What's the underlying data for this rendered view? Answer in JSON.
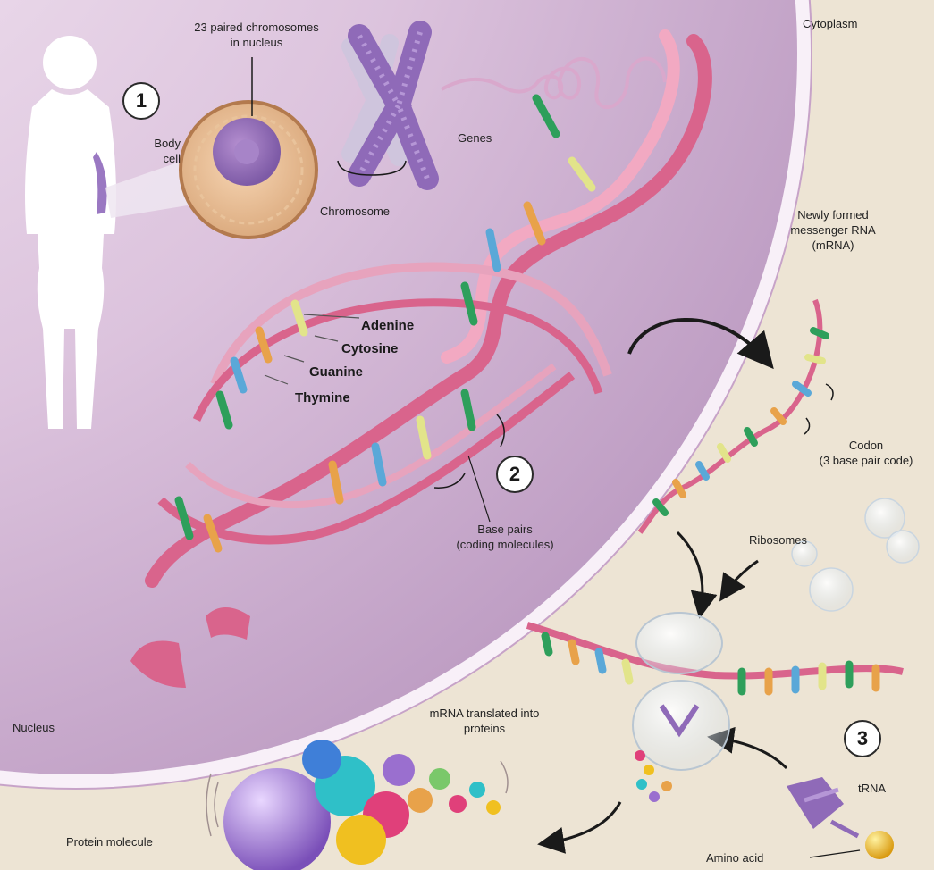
{
  "colors": {
    "nucleus": "#dcc3dd",
    "cytoplasm": "#ede4d4",
    "membrane": "#f8f0f8",
    "dna_strand": "#d9648c",
    "adenine": "#2e9f5b",
    "cytosine": "#e2e48a",
    "guanine": "#e8a24a",
    "thymine": "#5aa8d8",
    "chromosome": "#8f6ab8",
    "protein_purple": "#9a6fcf",
    "protein_teal": "#2fc0c8",
    "amino_acid": "#f0c020"
  },
  "icons": [
    "human-silhouette-icon",
    "body-cell-icon",
    "chromosome-icon",
    "dna-helix-icon",
    "mrna-strand-icon",
    "ribosome-icon",
    "trna-icon",
    "protein-molecule-icon",
    "curved-arrow-icon"
  ],
  "steps": {
    "step1": "1",
    "step2": "2",
    "step3": "3"
  },
  "labels": {
    "paired_chromosomes": [
      "23 paired chromosomes",
      "in nucleus"
    ],
    "body_cell": [
      "Body",
      "cell"
    ],
    "genes": "Genes",
    "chromosome": "Chromosome",
    "cytoplasm": "Cytoplasm",
    "newly_formed_mrna": [
      "Newly formed",
      "messenger RNA",
      "(mRNA)"
    ],
    "adenine": "Adenine",
    "cytosine": "Cytosine",
    "guanine": "Guanine",
    "thymine": "Thymine",
    "codon": [
      "Codon",
      "(3 base pair code)"
    ],
    "base_pairs": [
      "Base pairs",
      "(coding molecules)"
    ],
    "ribosomes": "Ribosomes",
    "nucleus": "Nucleus",
    "mrna_translated": [
      "mRNA translated into",
      "proteins"
    ],
    "trna": "tRNA",
    "protein_molecule": "Protein molecule",
    "amino_acid": "Amino acid"
  }
}
